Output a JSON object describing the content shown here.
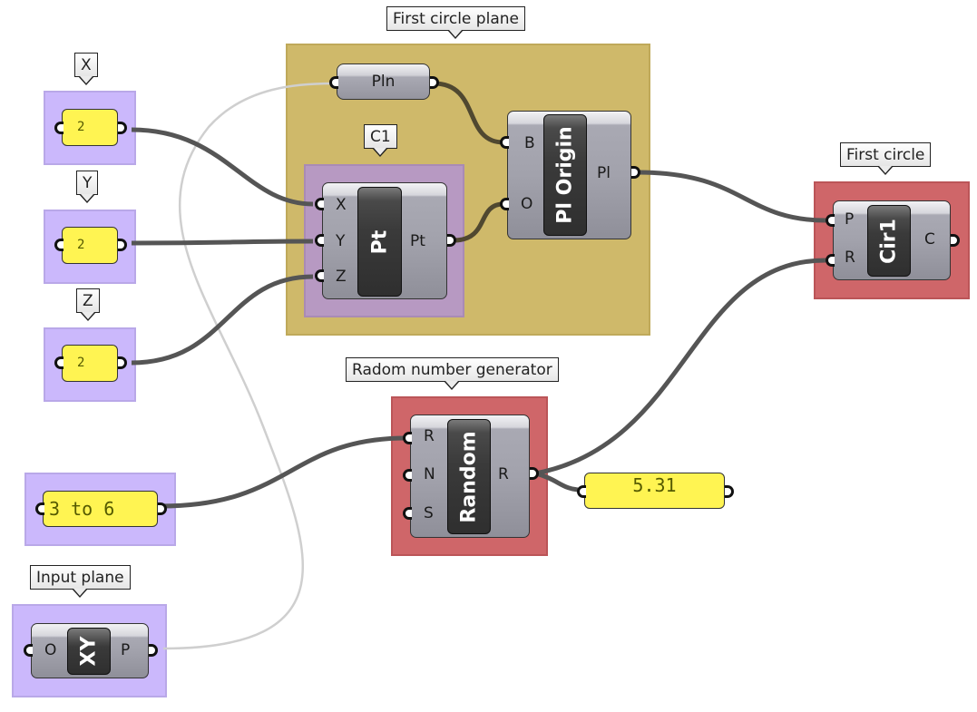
{
  "canvas": {
    "groups": {
      "x_input": {
        "label": "X"
      },
      "y_input": {
        "label": "Y"
      },
      "z_input": {
        "label": "Z"
      },
      "first_circle_plane": {
        "label": "First circle plane"
      },
      "c1": {
        "label": "C1"
      },
      "first_circle": {
        "label": "First circle"
      },
      "random_generator": {
        "label": "Radom number generator"
      },
      "input_plane": {
        "label": "Input plane"
      }
    },
    "panels": {
      "x_value": "2",
      "y_value": "2",
      "z_value": "2",
      "range": "3 to 6",
      "random_output": "5.31"
    },
    "components": {
      "pln_param": {
        "name": "Pln"
      },
      "point": {
        "name": "Pt",
        "inputs": [
          "X",
          "Y",
          "Z"
        ],
        "outputs": [
          "Pt"
        ]
      },
      "plane_origin": {
        "name": "Pl Origin",
        "inputs": [
          "B",
          "O"
        ],
        "outputs": [
          "Pl"
        ]
      },
      "circle": {
        "name": "Cir1",
        "inputs": [
          "P",
          "R"
        ],
        "outputs": [
          "C"
        ]
      },
      "random": {
        "name": "Random",
        "inputs": [
          "R",
          "N",
          "S"
        ],
        "outputs": [
          "R"
        ]
      },
      "xy_plane": {
        "name": "XY",
        "inputs": [
          "O"
        ],
        "outputs": [
          "P"
        ]
      }
    },
    "colors": {
      "group_purple": "#cbb8fc",
      "group_olive": "#cfb96a",
      "group_mauve": "#b799c2",
      "group_red": "#cf6669",
      "panel_yellow": "#fff452",
      "wire_dark": "#555555",
      "wire_light": "#cccccc"
    }
  }
}
